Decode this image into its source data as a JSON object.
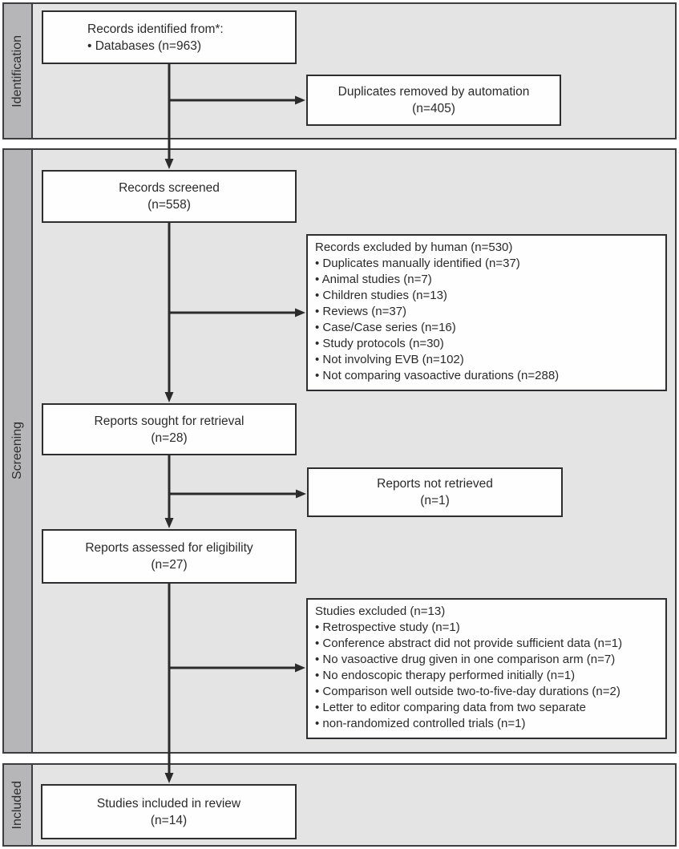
{
  "sections": [
    {
      "label": "Identification"
    },
    {
      "label": "Screening"
    },
    {
      "label": "Included"
    }
  ],
  "boxes": {
    "records_identified": {
      "line1": "Records identified from*:",
      "line2": "• Databases (n=963)"
    },
    "duplicates_removed": {
      "line1": "Duplicates removed by automation",
      "line2": "(n=405)"
    },
    "records_screened": {
      "line1": "Records screened",
      "line2": "(n=558)"
    },
    "records_excluded": {
      "header": "Records excluded by human (n=530)",
      "items": [
        "• Duplicates manually identified (n=37)",
        "• Animal studies (n=7)",
        "• Children studies (n=13)",
        "• Reviews (n=37)",
        "• Case/Case series (n=16)",
        "• Study protocols (n=30)",
        "• Not involving EVB (n=102)",
        "• Not comparing vasoactive durations (n=288)"
      ]
    },
    "reports_sought": {
      "line1": "Reports sought for retrieval",
      "line2": "(n=28)"
    },
    "reports_not_retrieved": {
      "line1": "Reports not retrieved",
      "line2": "(n=1)"
    },
    "reports_assessed": {
      "line1": "Reports assessed for eligibility",
      "line2": "(n=27)"
    },
    "studies_excluded": {
      "header": "Studies excluded (n=13)",
      "items": [
        "• Retrospective study (n=1)",
        "• Conference abstract did not provide sufficient data (n=1)",
        "• No vasoactive drug given in one comparison arm (n=7)",
        "• No endoscopic therapy performed initially (n=1)",
        "• Comparison well outside two-to-five-day durations (n=2)",
        "• Letter to editor comparing data from two separate",
        "• non-randomized controlled trials (n=1)"
      ]
    },
    "studies_included": {
      "line1": "Studies included in review",
      "line2": "(n=14)"
    }
  },
  "colors": {
    "band_background": "#e4e4e5",
    "strip_background": "#b6b6b8",
    "border": "#3d3d3f",
    "box_background": "#fefefe",
    "arrow": "#2b2b2b"
  }
}
